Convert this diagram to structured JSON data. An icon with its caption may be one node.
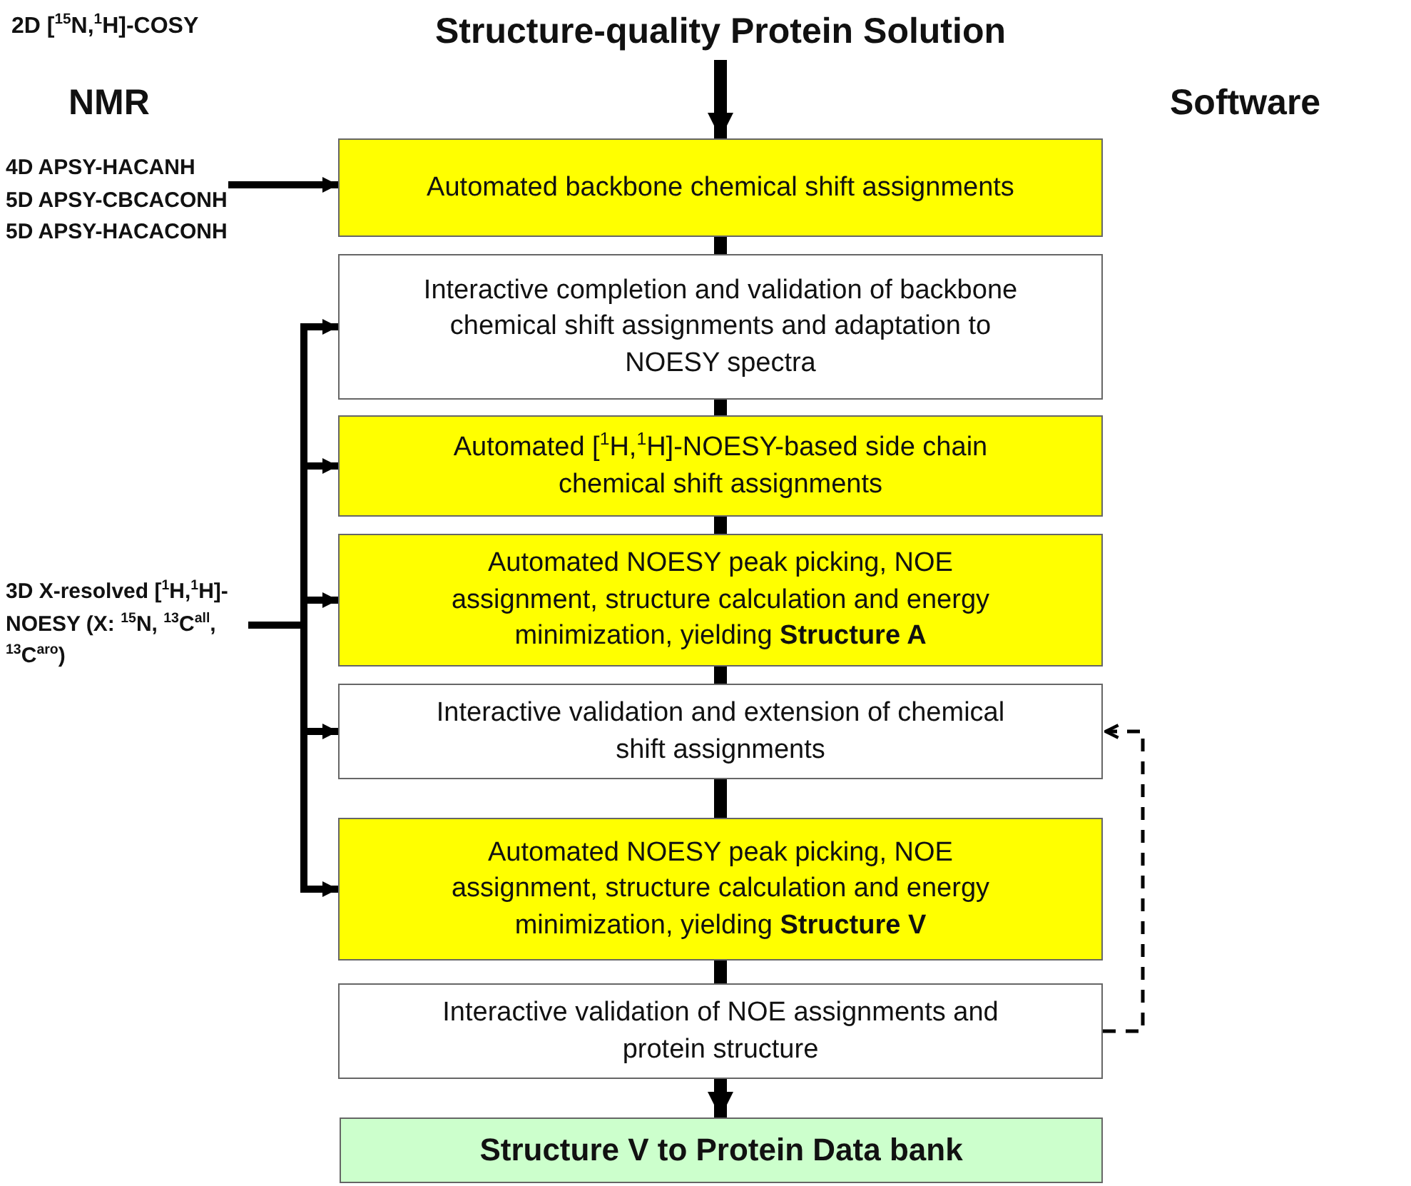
{
  "diagram": {
    "nodes": [
      {
        "text": [
          "Structure-quality Protein Solution"
        ]
      },
      {
        "text": [
          "Automated backbone chemical shift assignments"
        ]
      },
      {
        "text": [
          "Interactive completion and validation of backbone chemical shift assignments and adaptation to NOESY spectra"
        ]
      },
      {
        "text": [
          "Automated [$^{1}$H,$^{1}$H]-NOESY-based side chain chemical shift assignments"
        ]
      },
      {
        "text": [
          "Automated NOESY peak picking, NOE assignment, structure calculation and energy minimization, yielding **Structure A**"
        ]
      },
      {
        "text": [
          "Interactive validation and extension of chemical shift assignments"
        ]
      },
      {
        "text": [
          "Automated NOESY peak picking, NOE assignment, structure calculation and energy minimization, yielding **Structure V**"
        ]
      },
      {
        "text": [
          "Interactive validation of NOE assignments and protein structure"
        ]
      },
      {
        "text": [
          "Structure V to Protein Data  bank"
        ]
      },
      {
        "text": [
          "4D APSY-HACANH",
          "5D APSY-CBCACONH",
          "5D APSY-HACACONH"
        ]
      },
      {
        "text": [
          "3D X-resolved [$^{1}$H,$^{1}$H]-NOESY (X: $^{15}$N, $^{13}$C$^{all}$, $^{13}$C$^{aro}$)"
        ]
      }
    ],
    "edges": [
      {
        "from": 0,
        "to": 1,
        "arrow": "to"
      },
      {
        "from": 1,
        "to": 2,
        "arrow": "none"
      },
      {
        "from": 2,
        "to": 3,
        "arrow": "none"
      },
      {
        "from": 3,
        "to": 4,
        "arrow": "none"
      },
      {
        "from": 4,
        "to": 5,
        "arrow": "none"
      },
      {
        "from": 5,
        "to": 6,
        "arrow": "none"
      },
      {
        "from": 6,
        "to": 7,
        "arrow": "none"
      },
      {
        "from": 7,
        "to": 8,
        "arrow": "to"
      },
      {
        "from": 9,
        "to": 1,
        "arrow": "to"
      },
      {
        "from": 10,
        "to": 2,
        "arrow": "to"
      },
      {
        "from": 10,
        "to": 3,
        "arrow": "to"
      },
      {
        "from": 10,
        "to": 4,
        "arrow": "to"
      },
      {
        "from": 10,
        "to": 5,
        "arrow": "to"
      },
      {
        "from": 10,
        "to": 6,
        "arrow": "to"
      },
      {
        "from": 7,
        "to": 5,
        "arrow": "to",
        "style": "dashed"
      }
    ],
    "labels": [
      "2D [$^{15}$N,$^{1}$H]-COSY",
      "NMR",
      "Software"
    ]
  }
}
